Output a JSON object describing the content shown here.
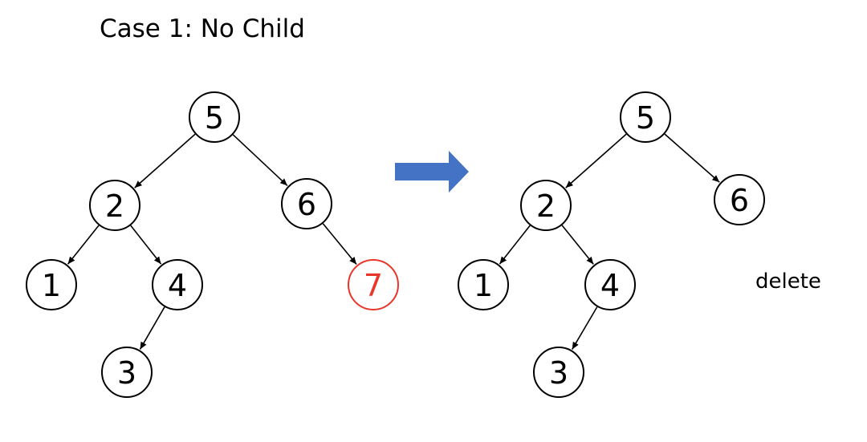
{
  "title": "Case 1: No Child",
  "side_label": "delete",
  "colors": {
    "node_stroke": "#000000",
    "node_text": "#000000",
    "highlight": "#e8362a",
    "arrow": "#4472c4"
  },
  "arrow_icon": "right-arrow",
  "trees": [
    {
      "id": "before",
      "nodes": [
        {
          "id": "n5",
          "label": "5"
        },
        {
          "id": "n2",
          "label": "2"
        },
        {
          "id": "n6",
          "label": "6"
        },
        {
          "id": "n1",
          "label": "1"
        },
        {
          "id": "n4",
          "label": "4"
        },
        {
          "id": "n7",
          "label": "7",
          "highlight": true
        },
        {
          "id": "n3",
          "label": "3"
        }
      ],
      "edges": [
        [
          "n5",
          "n2"
        ],
        [
          "n5",
          "n6"
        ],
        [
          "n2",
          "n1"
        ],
        [
          "n2",
          "n4"
        ],
        [
          "n6",
          "n7"
        ],
        [
          "n4",
          "n3"
        ]
      ]
    },
    {
      "id": "after",
      "nodes": [
        {
          "id": "n5",
          "label": "5"
        },
        {
          "id": "n2",
          "label": "2"
        },
        {
          "id": "n6",
          "label": "6"
        },
        {
          "id": "n1",
          "label": "1"
        },
        {
          "id": "n4",
          "label": "4"
        },
        {
          "id": "n3",
          "label": "3"
        }
      ],
      "edges": [
        [
          "n5",
          "n2"
        ],
        [
          "n5",
          "n6"
        ],
        [
          "n2",
          "n1"
        ],
        [
          "n2",
          "n4"
        ],
        [
          "n4",
          "n3"
        ]
      ]
    }
  ]
}
